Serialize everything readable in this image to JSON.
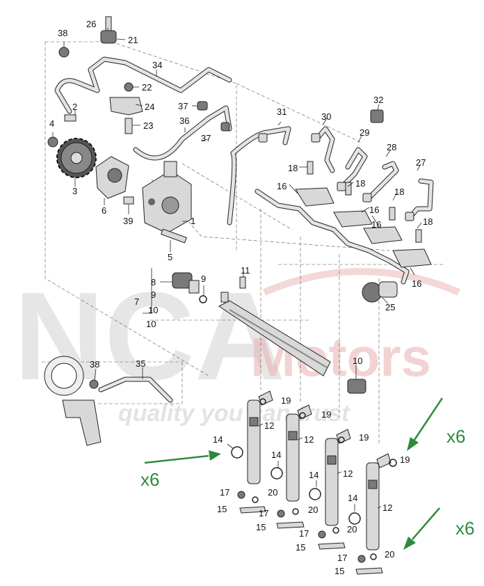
{
  "watermark": {
    "brand_left": "NCA",
    "brand_right": "Motors",
    "tagline": "quality you can trust",
    "color_grey": "#c9c9c9",
    "color_red": "#e9b0b0"
  },
  "multipliers": [
    {
      "label": "x6",
      "color": "#2e8b3e"
    },
    {
      "label": "x6",
      "color": "#2e8b3e"
    },
    {
      "label": "x6",
      "color": "#2e8b3e"
    }
  ],
  "callouts": {
    "c1": "1",
    "c2": "2",
    "c3": "3",
    "c4": "4",
    "c5": "5",
    "c6": "6",
    "c7": "7",
    "c8": "8",
    "c9a": "9",
    "c9b": "9",
    "c10a": "10",
    "c10b": "10",
    "c10c": "10",
    "c11": "11",
    "c12a": "12",
    "c12b": "12",
    "c12c": "12",
    "c12d": "12",
    "c14a": "14",
    "c14b": "14",
    "c14c": "14",
    "c14d": "14",
    "c15a": "15",
    "c15b": "15",
    "c15c": "15",
    "c15d": "15",
    "c16a": "16",
    "c16b": "16",
    "c16c": "16",
    "c16d": "16",
    "c17a": "17",
    "c17b": "17",
    "c17c": "17",
    "c17d": "17",
    "c18a": "18",
    "c18b": "18",
    "c18c": "18",
    "c18d": "18",
    "c19a": "19",
    "c19b": "19",
    "c19c": "19",
    "c19d": "19",
    "c20a": "20",
    "c20b": "20",
    "c20c": "20",
    "c20d": "20",
    "c21": "21",
    "c22": "22",
    "c23": "23",
    "c24": "24",
    "c25": "25",
    "c26": "26",
    "c27": "27",
    "c28": "28",
    "c29": "29",
    "c30": "30",
    "c31": "31",
    "c32": "32",
    "c34": "34",
    "c35": "35",
    "c36": "36",
    "c37a": "37",
    "c37b": "37",
    "c38a": "38",
    "c38b": "38",
    "c39": "39"
  }
}
